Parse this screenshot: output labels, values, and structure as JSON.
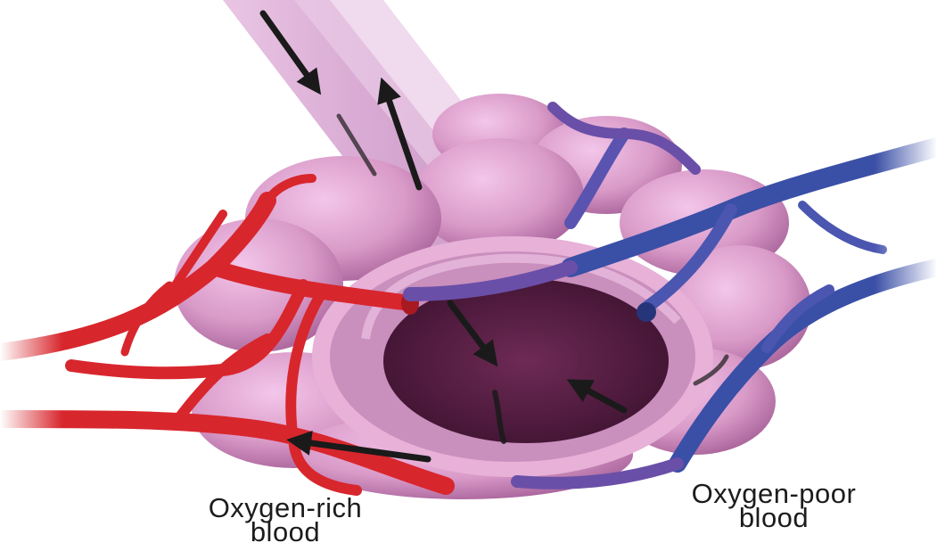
{
  "labels": {
    "oxygen_rich": {
      "line1": "Oxygen-rich",
      "line2": "blood"
    },
    "oxygen_poor": {
      "line1": "Oxygen-poor",
      "line2": "blood"
    }
  },
  "colors": {
    "artery": "#d8262d",
    "vein": "#3a4fa6",
    "alveolus": "#d99ac8",
    "alveolus_dark": "#b26fa4",
    "cavity": "#5a1f44",
    "airway": "#ddb0d8",
    "arrow": "#1a1a1a"
  },
  "icons": {
    "flow_arrow": "flow-arrow-icon"
  }
}
